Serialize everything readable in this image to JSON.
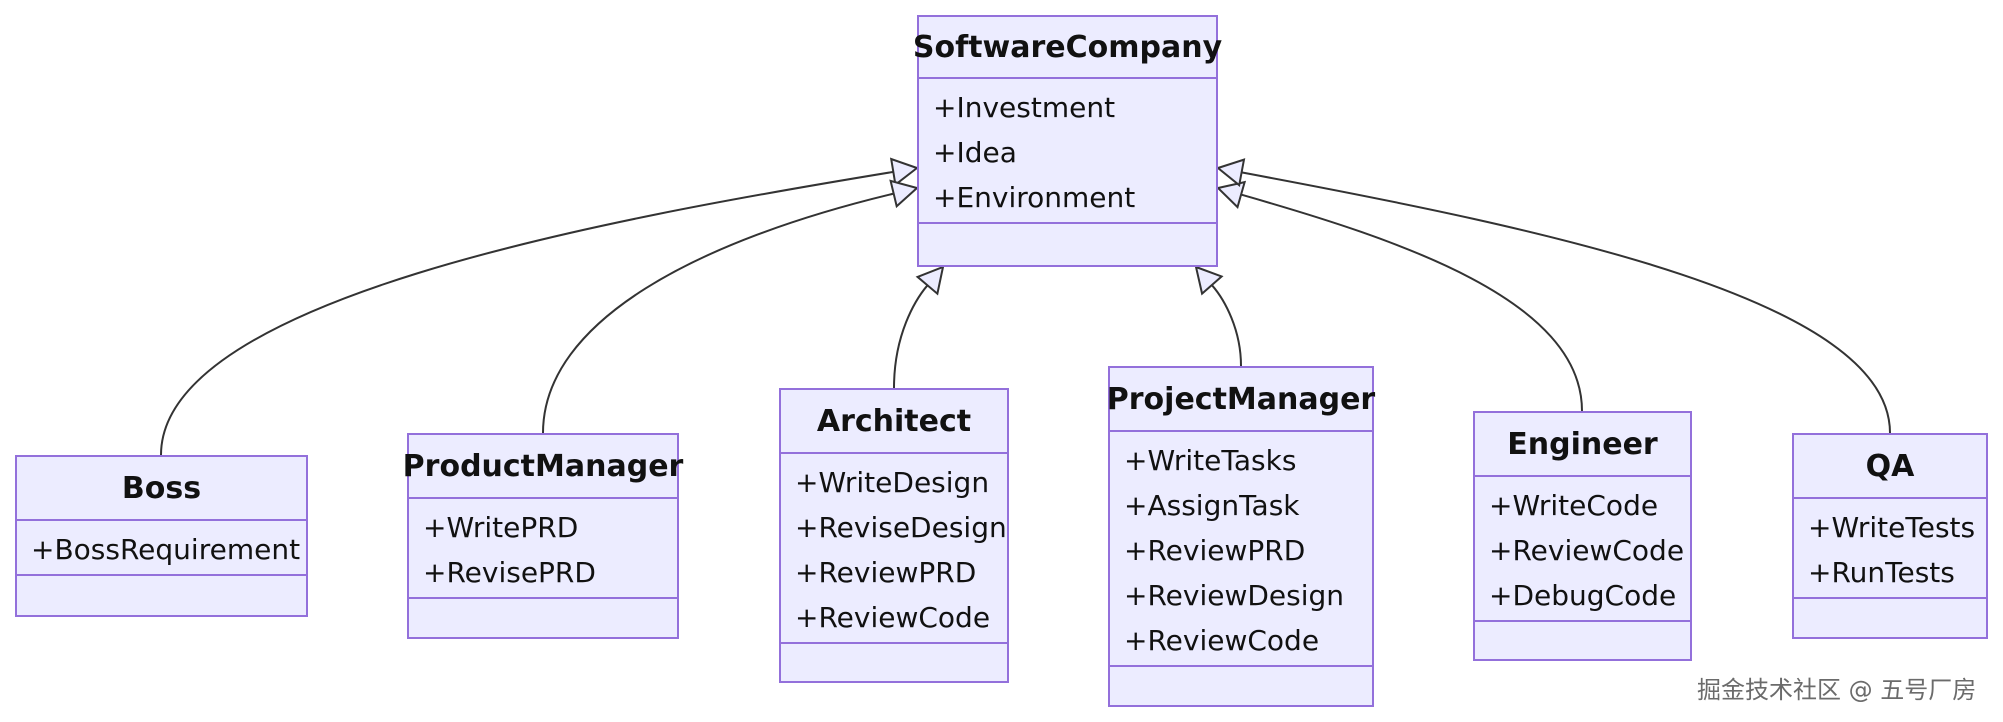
{
  "diagram": {
    "classes": {
      "software_company": {
        "name": "SoftwareCompany",
        "attributes": [
          "+Investment",
          "+Idea",
          "+Environment"
        ]
      },
      "boss": {
        "name": "Boss",
        "attributes": [
          "+BossRequirement"
        ]
      },
      "product_manager": {
        "name": "ProductManager",
        "attributes": [
          "+WritePRD",
          "+RevisePRD"
        ]
      },
      "architect": {
        "name": "Architect",
        "attributes": [
          "+WriteDesign",
          "+ReviseDesign",
          "+ReviewPRD",
          "+ReviewCode"
        ]
      },
      "project_manager": {
        "name": "ProjectManager",
        "attributes": [
          "+WriteTasks",
          "+AssignTask",
          "+ReviewPRD",
          "+ReviewDesign",
          "+ReviewCode"
        ]
      },
      "engineer": {
        "name": "Engineer",
        "attributes": [
          "+WriteCode",
          "+ReviewCode",
          "+DebugCode"
        ]
      },
      "qa": {
        "name": "QA",
        "attributes": [
          "+WriteTests",
          "+RunTests"
        ]
      }
    },
    "relations": [
      {
        "from": "boss",
        "to": "software_company",
        "type": "inheritance"
      },
      {
        "from": "product_manager",
        "to": "software_company",
        "type": "inheritance"
      },
      {
        "from": "architect",
        "to": "software_company",
        "type": "inheritance"
      },
      {
        "from": "project_manager",
        "to": "software_company",
        "type": "inheritance"
      },
      {
        "from": "engineer",
        "to": "software_company",
        "type": "inheritance"
      },
      {
        "from": "qa",
        "to": "software_company",
        "type": "inheritance"
      }
    ]
  },
  "colors": {
    "box_fill": "#ececff",
    "box_border": "#9370db",
    "line": "#333333",
    "arrow_fill": "#ececff"
  },
  "watermark": "掘金技术社区 @ 五号厂房"
}
